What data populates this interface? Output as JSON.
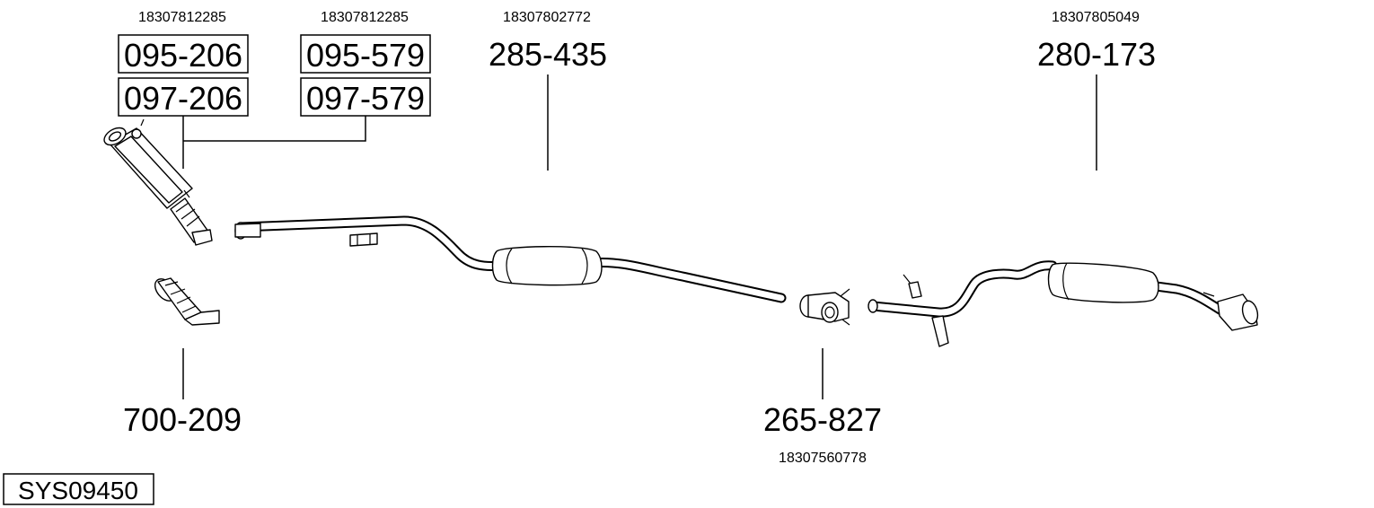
{
  "diagram": {
    "system_code": "SYS09450",
    "oem_numbers": {
      "cat_left": "18307812285",
      "cat_right": "18307812285",
      "middle": "18307802772",
      "rear": "18307805049",
      "clamp": "18307560778"
    },
    "part_numbers": {
      "cat_a_top": "095-206",
      "cat_a_bottom": "097-206",
      "cat_b_top": "095-579",
      "cat_b_bottom": "097-579",
      "middle_silencer": "285-435",
      "rear_silencer": "280-173",
      "flex_pipe": "700-209",
      "clamp": "265-827"
    }
  }
}
